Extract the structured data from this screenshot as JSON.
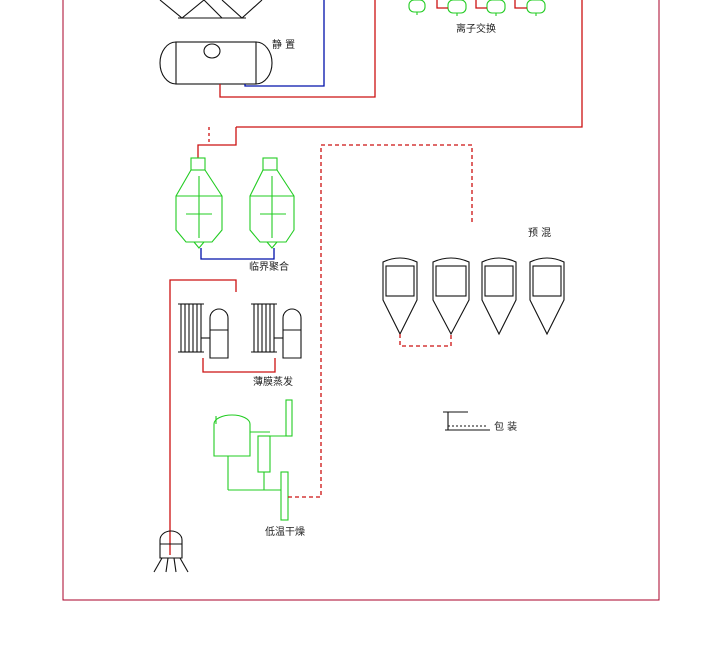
{
  "labels": {
    "settling": "静 置",
    "ion_exchange": "离子交换",
    "critical_polymerization": "临界聚合",
    "thin_film_evaporation": "薄膜蒸发",
    "low_temp_drying": "低温干燥",
    "premix": "预 混",
    "packaging": "包 装"
  },
  "colors": {
    "frame": "#a8002a",
    "red_pipe": "#cc1111",
    "blue_pipe": "#0011aa",
    "green_equipment": "#22cc22",
    "black_equipment": "#111111"
  }
}
